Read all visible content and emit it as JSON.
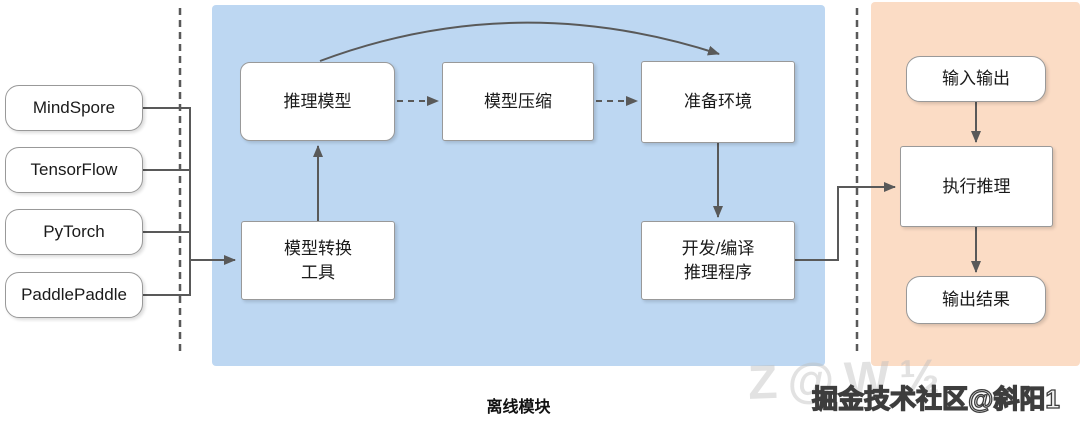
{
  "colors": {
    "offline_bg": "#bdd7f2",
    "online_bg": "#fbdcc5",
    "box_border": "#999999",
    "line": "#595959",
    "text": "#1a1a1a"
  },
  "frameworks": [
    {
      "label": "MindSpore"
    },
    {
      "label": "TensorFlow"
    },
    {
      "label": "PyTorch"
    },
    {
      "label": "PaddlePaddle"
    }
  ],
  "offline": {
    "region_label": "离线模块",
    "nodes": {
      "inference_model": {
        "label": "推理模型"
      },
      "model_compression": {
        "label": "模型压缩"
      },
      "prepare_env": {
        "label": "准备环境"
      },
      "model_converter": {
        "line1": "模型转换",
        "line2": "工具"
      },
      "dev_compile": {
        "line1": "开发/编译",
        "line2": "推理程序"
      }
    }
  },
  "online": {
    "nodes": {
      "input_output": {
        "label": "输入输出"
      },
      "run_inference": {
        "label": "执行推理"
      },
      "output_result": {
        "label": "输出结果"
      }
    }
  },
  "watermark": {
    "text": "掘金技术社区@斜阳1",
    "background_mark": "Z@W½"
  }
}
